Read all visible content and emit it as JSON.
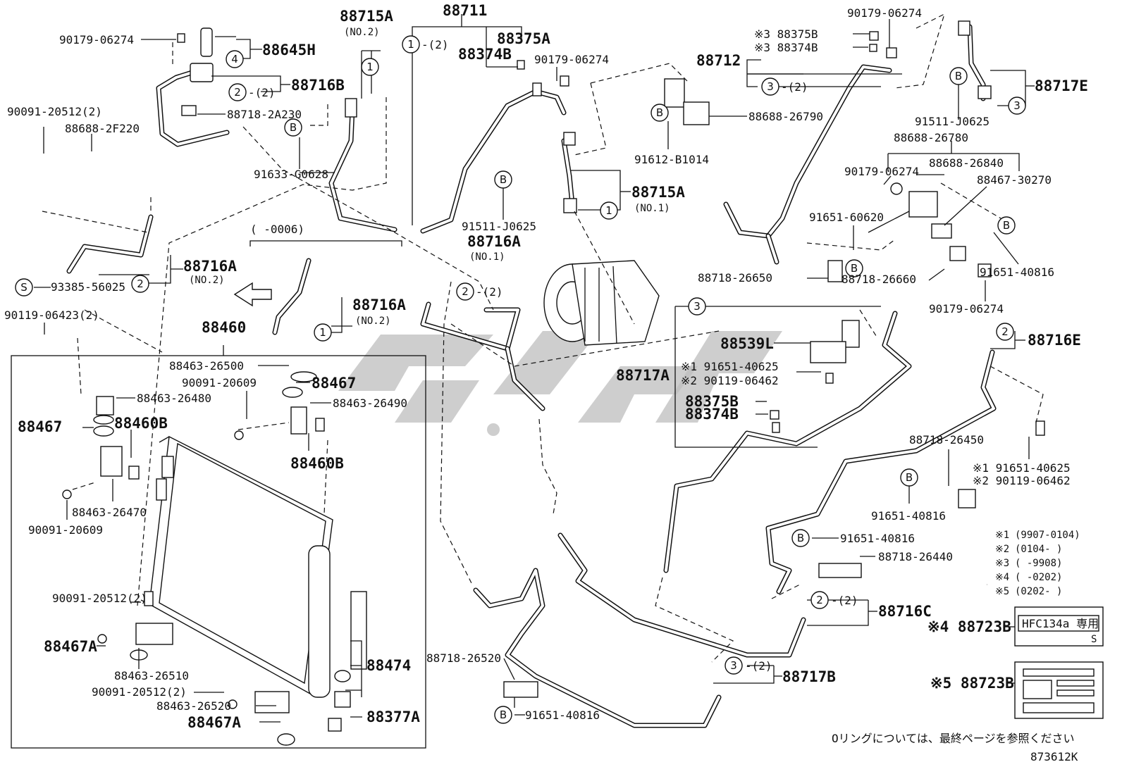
{
  "diagram_code": "873612K",
  "footnote": "Oリングについては、最終ページを参照ください",
  "legend": [
    {
      "mark": "※1",
      "range": "(9907-0104)"
    },
    {
      "mark": "※2",
      "range": "(0104-      )"
    },
    {
      "mark": "※3",
      "range": "(      -9908)"
    },
    {
      "mark": "※4",
      "range": "(      -0202)"
    },
    {
      "mark": "※5",
      "range": "(0202-      )"
    }
  ],
  "label_tag": "HFC134a 専用",
  "label_tag_sub": "S",
  "labels": {
    "l88711": "88711",
    "l88712": "88712",
    "l88715a_top": "88715A",
    "l88715a_top_sub": "(NO.2)",
    "l88715a_mid": "88715A",
    "l88715a_mid_sub": "(NO.1)",
    "l88375a": "88375A",
    "l88374b_top": "88374B",
    "l88375b_top": "※3 88375B",
    "l88374b_top2": "※3 88374B",
    "l88645h": "88645H",
    "l88716b": "88716B",
    "l88717e": "88717E",
    "l90179_a": "90179-06274",
    "l90179_b": "90179-06274",
    "l90179_c": "90179-06274",
    "l90179_d": "90179-06274",
    "l90179_e": "90179-06274",
    "l90091_20512_a": "90091-20512(2)",
    "l88688_2f220": "88688-2F220",
    "l88718_2a230": "88718-2A230",
    "l91633": "91633-G0628",
    "l88688_26790": "88688-26790",
    "l91612": "91612-B1014",
    "l91511_a": "91511-J0625",
    "l91511_b": "91511-J0625",
    "l88688_26780": "88688-26780",
    "l88688_26840": "88688-26840",
    "l88467_30270": "88467-30270",
    "l91651_60620": "91651-60620",
    "l88718_26650": "88718-26650",
    "l88718_26660": "88718-26660",
    "l91651_40816_a": "91651-40816",
    "l88716a_left": "88716A",
    "l88716a_left_sub": "(NO.2)",
    "l88716a_small": "88716A",
    "l88716a_small_sub": "(NO.2)",
    "l88716a_mid": "88716A",
    "l88716a_mid_sub": "(NO.1)",
    "l93385": "93385-56025",
    "l90119_06423": "90119-06423(2)",
    "l_range_0006": "(      -0006)",
    "l88460": "88460",
    "l88463_26500": "88463-26500",
    "l90091_20609_a": "90091-20609",
    "l88467_a": "88467",
    "l88463_26490": "88463-26490",
    "l88463_26480": "88463-26480",
    "l88467_b": "88467",
    "l88460b_a": "88460B",
    "l88460b_b": "88460B",
    "l88463_26470": "88463-26470",
    "l90091_20609_b": "90091-20609",
    "l90091_20512_b": "90091-20512(2)",
    "l88467a_a": "88467A",
    "l88463_26510": "88463-26510",
    "l90091_20512_c": "90091-20512(2)",
    "l88463_26520": "88463-26520",
    "l88467a_b": "88467A",
    "l88474": "88474",
    "l88377a": "88377A",
    "l88539l": "88539L",
    "l88717a": "88717A",
    "l91651_40625_a": "※1 91651-40625",
    "l90119_06462_a": "※2 90119-06462",
    "l88375b_mid": "88375B",
    "l88374b_mid": "88374B",
    "l88716e": "88716E",
    "l88718_26450": "88718-26450",
    "l91651_40625_b": "※1 91651-40625",
    "l90119_06462_b": "※2 90119-06462",
    "l91651_40816_b": "91651-40816",
    "l91651_40816_c": "91651-40816",
    "l88718_26440": "88718-26440",
    "l88716c": "88716C",
    "l88717b": "88717B",
    "l88718_26520": "88718-26520",
    "l91651_40816_d": "91651-40816",
    "l88723b_a": "※4 88723B",
    "l88723b_b": "※5 88723B"
  },
  "circle_marks": {
    "one": "1",
    "two": "2",
    "three": "3",
    "four": "4",
    "b": "B",
    "s": "S",
    "qty2": "-(2)"
  },
  "colors": {
    "ink": "#111111",
    "watermark": "#bdbdbd"
  }
}
